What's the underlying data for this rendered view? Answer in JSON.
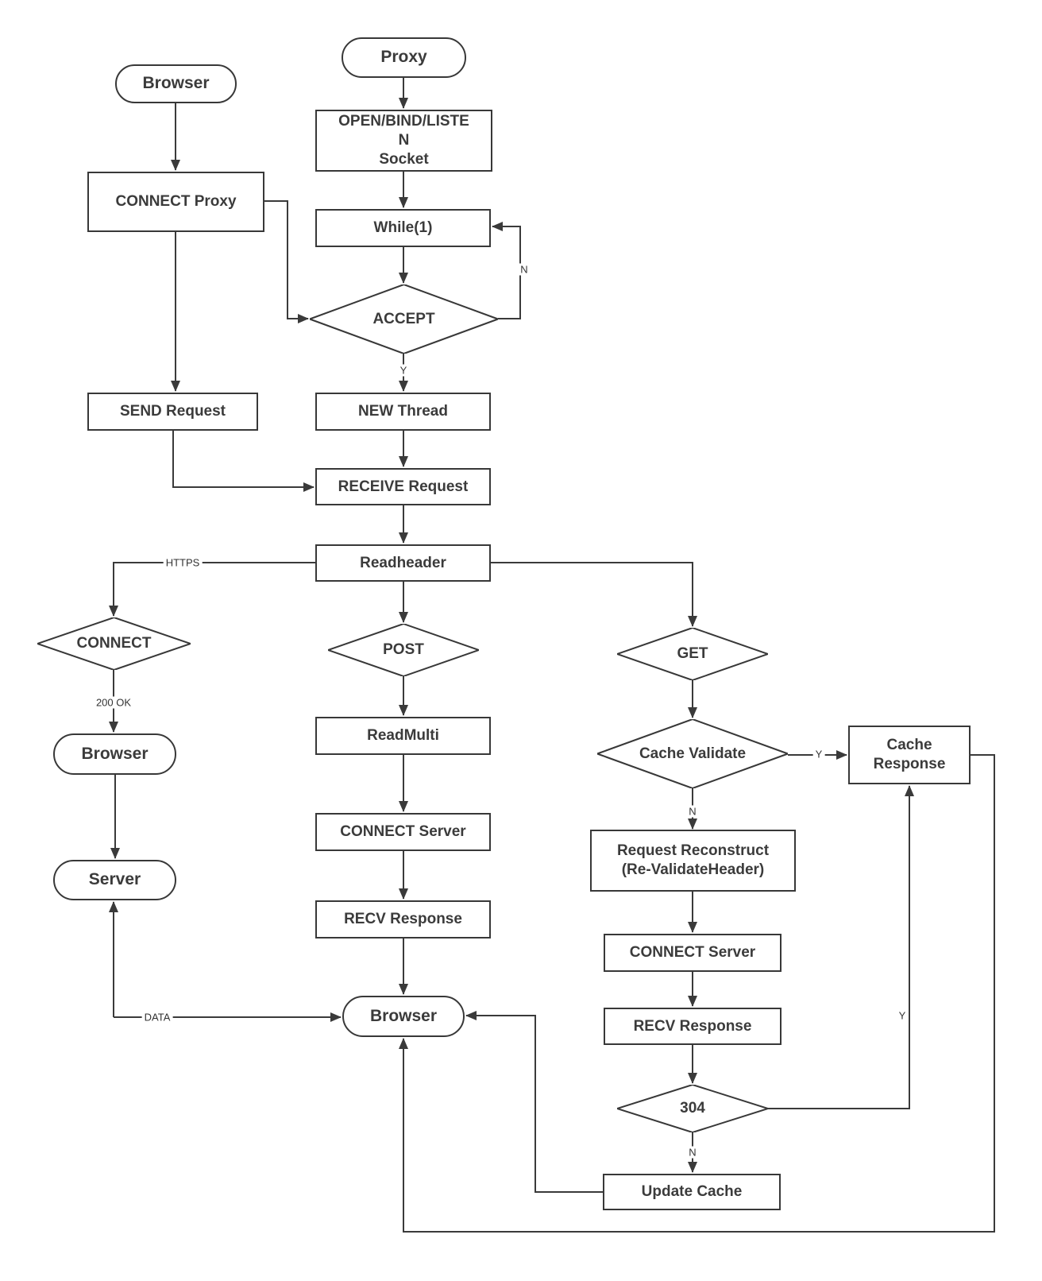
{
  "diagram_type": "flowchart",
  "colors": {
    "line": "#3a3a3a",
    "node_border": "#383838",
    "node_fill": "#ffffff",
    "text": "#3b3b3b",
    "background": "#ffffff"
  },
  "nodes": {
    "browser_top": {
      "label": "Browser"
    },
    "proxy": {
      "label": "Proxy"
    },
    "open_socket": {
      "line1": "OPEN/BIND/LISTEN",
      "line2": "Socket"
    },
    "while_loop": {
      "label": "While(1)"
    },
    "accept": {
      "label": "ACCEPT"
    },
    "connect_proxy": {
      "label": "CONNECT Proxy"
    },
    "send_request": {
      "label": "SEND Request"
    },
    "new_thread": {
      "label": "NEW Thread"
    },
    "receive_request": {
      "label": "RECEIVE Request"
    },
    "readheader": {
      "label": "Readheader"
    },
    "connect_decision": {
      "label": "CONNECT"
    },
    "browser_left": {
      "label": "Browser"
    },
    "server": {
      "label": "Server"
    },
    "post_decision": {
      "label": "POST"
    },
    "readmulti": {
      "label": "ReadMulti"
    },
    "connect_server_post": {
      "label": "CONNECT Server"
    },
    "recv_response_post": {
      "label": "RECV Response"
    },
    "browser_bottom": {
      "label": "Browser"
    },
    "get_decision": {
      "label": "GET"
    },
    "cache_validate": {
      "label": "Cache Validate"
    },
    "cache_response": {
      "label": "Cache Response"
    },
    "request_reconstruct": {
      "line1": "Request Reconstruct",
      "line2": "(Re-ValidateHeader)"
    },
    "connect_server_get": {
      "label": "CONNECT Server"
    },
    "recv_response_get": {
      "label": "RECV Response"
    },
    "status_304": {
      "label": "304"
    },
    "update_cache": {
      "label": "Update Cache"
    }
  },
  "edge_labels": {
    "accept_no": "N",
    "accept_yes": "Y",
    "https": "HTTPS",
    "ok200": "200 OK",
    "data": "DATA",
    "validate_yes": "Y",
    "validate_no": "N",
    "not_modified_no": "N",
    "cached_yes": "Y"
  }
}
